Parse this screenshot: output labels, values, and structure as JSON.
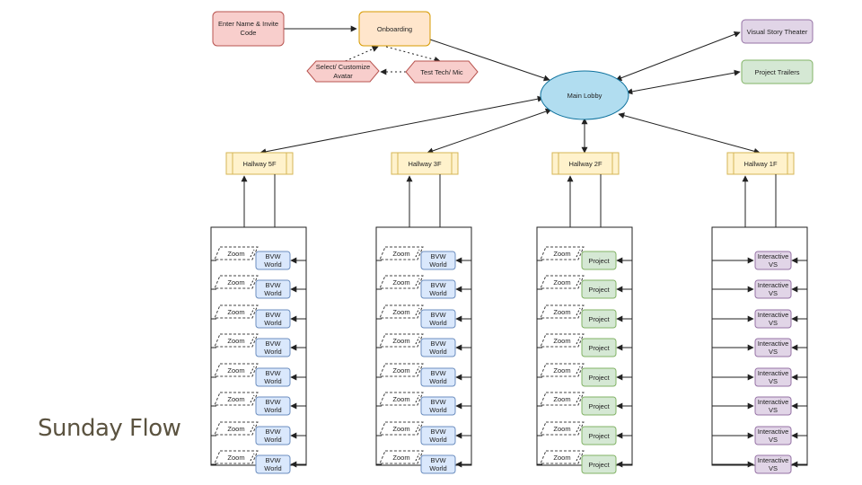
{
  "slide": {
    "title": "Sunday Flow"
  },
  "colors": {
    "red_fill": "#f8cecc",
    "red_stroke": "#b85450",
    "orange_fill": "#ffe6cc",
    "orange_stroke": "#d79b00",
    "purple_fill": "#e1d5e7",
    "purple_stroke": "#9673a6",
    "green_fill": "#d5e8d4",
    "green_stroke": "#82b366",
    "blue_fill": "#dae8fc",
    "blue_stroke": "#6c8ebf",
    "cyan_fill": "#b1ddf0",
    "cyan_stroke": "#10739e",
    "hall_fill": "#fff2cc",
    "hall_stroke": "#d6b656"
  },
  "nodes": {
    "enter_name": [
      "Enter Name & Invite",
      "Code"
    ],
    "onboarding": "Onboarding",
    "avatar": [
      "Select/ Customize",
      "Avatar"
    ],
    "test_tech": "Test Tech/ Mic",
    "main_lobby": "Main Lobby",
    "visual_story_theater": "Visual Story Theater",
    "project_trailers": "Project Trailers"
  },
  "hallways": [
    {
      "label": "Hallway 5F",
      "room": [
        "BVW",
        "World"
      ]
    },
    {
      "label": "Hallway 3F",
      "room": [
        "BVW",
        "World"
      ]
    },
    {
      "label": "Hallway 2F",
      "room": [
        "Project"
      ]
    },
    {
      "label": "Hallway 1F",
      "room": [
        "Interactive",
        "VS"
      ]
    }
  ],
  "zoom_label": "Zoom",
  "rooms_per_hallway": 8
}
